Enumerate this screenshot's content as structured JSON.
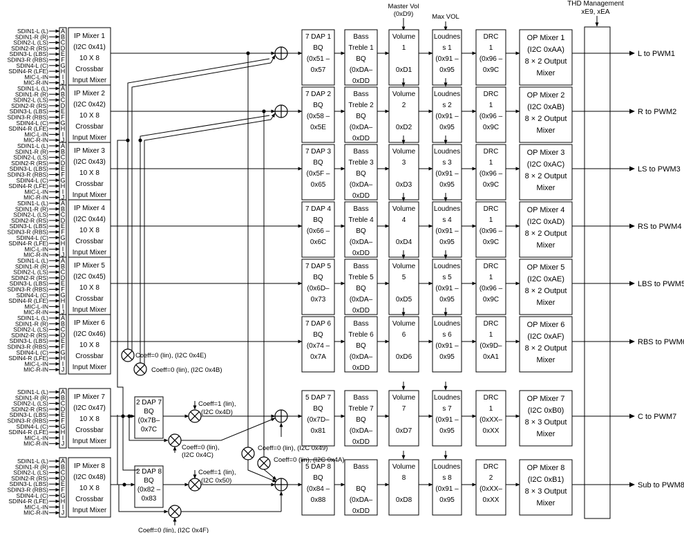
{
  "header": {
    "master_vol": [
      "Master Vol",
      "(0xD9)"
    ],
    "max_vol": "Max VOL",
    "thd": [
      "THD Management",
      "xE9, xEA"
    ]
  },
  "pins": [
    "A",
    "B",
    "C",
    "D",
    "E",
    "F",
    "G",
    "H",
    "I",
    "J"
  ],
  "channels": [
    {
      "inputs": [
        "SDIN1-L (L)",
        "SDIN1-R (R)",
        "SDIN2-L (LS)",
        "SDIN2-R (RS)",
        "SDIN3-L (LBS)",
        "SDIN3-R (RBS)",
        "SDIN4-L (C)",
        "SDIN4-R (LFE)",
        "MIC-L-IN",
        "MIC-R-IN"
      ],
      "mixer": [
        "IP Mixer 1",
        "(I2C 0x41)",
        "10 X 8",
        "Crossbar",
        "Input Mixer"
      ],
      "dap": [
        "7 DAP 1",
        "BQ",
        "(0x51 –",
        "0x57"
      ],
      "bass": [
        "Bass",
        "Treble 1",
        "BQ",
        "(0xDA–",
        "0xDD"
      ],
      "volume": [
        "Volume",
        "1",
        "",
        "0xD1"
      ],
      "loudness": [
        "Loudnes",
        "s 1",
        "(0x91 –",
        "0x95"
      ],
      "drc": [
        "DRC",
        "1",
        "(0x96 –",
        "0x9C"
      ],
      "opmix": [
        "OP Mixer 1",
        "(I2C 0xAA)",
        "8 × 2 Output",
        "Mixer"
      ],
      "out": "L to PWM1"
    },
    {
      "inputs": [
        "SDIN1-L (L)",
        "SDIN1-R (R)",
        "SDIN2-L (LS)",
        "SDIN2-R (RS)",
        "SDIN3-L (LBS)",
        "SDIN3-R (RBS)",
        "SDIN4-L (C)",
        "SDIN4-R (LFE)",
        "MIC-L-IN",
        "MIC-R-IN"
      ],
      "mixer": [
        "IP Mixer 2",
        "(I2C 0x42)",
        "10 X 8",
        "Crossbar",
        "Input Mixer"
      ],
      "dap": [
        "7 DAP 2",
        "BQ",
        "(0x58 –",
        "0x5E"
      ],
      "bass": [
        "Bass",
        "Treble 2",
        "BQ",
        "(0xDA–",
        "0xDD"
      ],
      "volume": [
        "Volume",
        "2",
        "",
        "0xD2"
      ],
      "loudness": [
        "Loudnes",
        "s 2",
        "(0x91 –",
        "0x95"
      ],
      "drc": [
        "DRC",
        "1",
        "(0x96 –",
        "0x9C"
      ],
      "opmix": [
        "OP Mixer 2",
        "(I2C 0xAB)",
        "8 × 2 Output",
        "Mixer"
      ],
      "out": "R to PWM2"
    },
    {
      "inputs": [
        "SDIN1-L (L)",
        "SDIN1-R (R)",
        "SDIN2-L (LS)",
        "SDIN2-R (RS)",
        "SDIN3-L (LBS)",
        "SDIN3-R (RBS)",
        "SDIN4-L (C)",
        "SDIN4-R (LFE)",
        "MIC-L-IN",
        "MIC-R-IN"
      ],
      "mixer": [
        "IP Mixer 3",
        "(I2C 0x43)",
        "10 X 8",
        "Crossbar",
        "Input Mixer"
      ],
      "dap": [
        "7 DAP 3",
        "BQ",
        "(0x5F –",
        "0x65"
      ],
      "bass": [
        "Bass",
        "Treble 3",
        "BQ",
        "(0xDA–",
        "0xDD"
      ],
      "volume": [
        "Volume",
        "3",
        "",
        "0xD3"
      ],
      "loudness": [
        "Loudnes",
        "s 3",
        "(0x91 –",
        "0x95"
      ],
      "drc": [
        "DRC",
        "1",
        "(0x96 –",
        "0x9C"
      ],
      "opmix": [
        "OP Mixer 3",
        "(I2C 0xAC)",
        "8 × 2 Output",
        "Mixer"
      ],
      "out": "LS to PWM3"
    },
    {
      "inputs": [
        "SDIN1-L (L)",
        "SDIN1-R (R)",
        "SDIN2-L (LS)",
        "SDIN2-R (RS)",
        "SDIN3-L (LBS)",
        "SDIN3-R (RBS)",
        "SDIN4-L (C)",
        "SDIN4-R (LFE)",
        "MIC-L-IN",
        "MIC-R-IN"
      ],
      "mixer": [
        "IP Mixer 4",
        "(I2C 0x44)",
        "10 X 8",
        "Crossbar",
        "Input Mixer"
      ],
      "dap": [
        "7 DAP 4",
        "BQ",
        "(0x66 –",
        "0x6C"
      ],
      "bass": [
        "Bass",
        "Treble 4",
        "BQ",
        "(0xDA–",
        "0xDD"
      ],
      "volume": [
        "Volume",
        "4",
        "",
        "0xD4"
      ],
      "loudness": [
        "Loudnes",
        "s 4",
        "(0x91 –",
        "0x95"
      ],
      "drc": [
        "DRC",
        "1",
        "(0x96 –",
        "0x9C"
      ],
      "opmix": [
        "OP Mixer 4",
        "(I2C 0xAD)",
        "8 × 2 Output",
        "Mixer"
      ],
      "out": "RS to PWM4"
    },
    {
      "inputs": [
        "SDIN1-L (L)",
        "SDIN1-R (R)",
        "SDIN2-L (LS)",
        "SDIN2-R (RS)",
        "SDIN3-L (LBS)",
        "SDIN3-R (RBS)",
        "SDIN4-L (C)",
        "SDIN4-R (LFE)",
        "MIC-L-IN",
        "MIC-R-IN"
      ],
      "mixer": [
        "IP Mixer 5",
        "(I2C 0x45)",
        "10 X 8",
        "Crossbar",
        "Input Mixer"
      ],
      "dap": [
        "7 DAP 5",
        "BQ",
        "(0x6D–",
        "0x73"
      ],
      "bass": [
        "Bass",
        "Treble 5",
        "BQ",
        "(0xDA–",
        "0xDD"
      ],
      "volume": [
        "Volume",
        "5",
        "",
        "0xD5"
      ],
      "loudness": [
        "Loudnes",
        "s 5",
        "(0x91 –",
        "0x95"
      ],
      "drc": [
        "DRC",
        "1",
        "(0x96 –",
        "0x9C"
      ],
      "opmix": [
        "OP Mixer 5",
        "(I2C 0xAE)",
        "8 × 2 Output",
        "Mixer"
      ],
      "out": "LBS to PWM5"
    },
    {
      "inputs": [
        "SDIN1-L (L)",
        "SDIN1-R (R)",
        "SDIN2-L (LS)",
        "SDIN2-R (RS)",
        "SDIN3-L (LBS)",
        "SDIN3-R (RBS)",
        "SDIN4-L (C)",
        "SDIN4-R (LFE)",
        "MIC-L-IN",
        "MIC-R-IN"
      ],
      "mixer": [
        "IP Mixer 6",
        "(I2C 0x46)",
        "10 X 8",
        "Crossbar",
        "Input Mixer"
      ],
      "dap": [
        "7 DAP 6",
        "BQ",
        "(0x74 –",
        "0x7A"
      ],
      "bass": [
        "Bass",
        "Treble 6",
        "BQ",
        "(0xDA–",
        "0xDD"
      ],
      "volume": [
        "Volume",
        "6",
        "",
        "0xD6"
      ],
      "loudness": [
        "Loudnes",
        "s 6",
        "(0x91 –",
        "0x95"
      ],
      "drc": [
        "DRC",
        "1",
        "(0x9D–",
        "0xA1"
      ],
      "opmix": [
        "OP Mixer 6",
        "(I2C 0xAF)",
        "8 × 2 Output",
        "Mixer"
      ],
      "out": "RBS to PWM6"
    },
    {
      "inputs": [
        "SDIN1-L (L)",
        "SDIN1-R (R)",
        "SDIN2-L (LS)",
        "SDIN2-R (RS)",
        "SDIN3-L (LBS)",
        "SDIN3-R (RBS)",
        "SDIN4-L (C)",
        "SDIN4-R (LFE)",
        "MIC-L-IN",
        "MIC-R-IN"
      ],
      "mixer": [
        "IP Mixer 7",
        "(I2C 0x47)",
        "10 X 8",
        "Crossbar",
        "Input Mixer"
      ],
      "pre": [
        "2 DAP 7",
        "BQ",
        "(0x7B–",
        "0x7C"
      ],
      "dap": [
        "5 DAP 7",
        "BQ",
        "(0x7D–",
        "0x81"
      ],
      "bass": [
        "Bass",
        "Treble 7",
        "BQ",
        "(0xDA–",
        "0xDD"
      ],
      "volume": [
        "Volume",
        "7",
        "",
        "0xD7"
      ],
      "loudness": [
        "Loudnes",
        "s 7",
        "(0x91 –",
        "0x95"
      ],
      "drc": [
        "DRC",
        "1",
        "(0xXX–",
        "0xXX"
      ],
      "opmix": [
        "OP Mixer 7",
        "(I2C 0xB0)",
        "8 × 3 Output",
        "Mixer"
      ],
      "out": "C to PWM7"
    },
    {
      "inputs": [
        "SDIN1-L (L)",
        "SDIN1-R (R)",
        "SDIN2-L (LS)",
        "SDIN2-R (RS)",
        "SDIN3-L (LBS)",
        "SDIN3-R (RBS)",
        "SDIN4-L (C)",
        "SDIN4-R (LFE)",
        "MIC-L-IN",
        "MIC-R-IN"
      ],
      "mixer": [
        "IP Mixer 8",
        "(I2C 0x48)",
        "10 X 8",
        "Crossbar",
        "Input Mixer"
      ],
      "pre": [
        "2 DAP 8",
        "BQ",
        "(0x82 –",
        "0x83"
      ],
      "dap": [
        "5 DAP 8",
        "BQ",
        "(0x84 –",
        "0x88"
      ],
      "bass": [
        "Bass",
        "",
        "BQ",
        "(0xDA–",
        "0xDD"
      ],
      "volume": [
        "Volume",
        "8",
        "",
        "0xD8"
      ],
      "loudness": [
        "Loudnes",
        "s 8",
        "(0x91 –",
        "0x95"
      ],
      "drc": [
        "DRC",
        "2",
        "(0xXX–",
        "0xXX"
      ],
      "opmix": [
        "OP Mixer 8",
        "(I2C 0xB1)",
        "8 × 3 Output",
        "Mixer"
      ],
      "out": "Sub to PWM8"
    }
  ],
  "coeffs": {
    "c4E": "Coeff=0 (lin), (I2C 0x4E)",
    "c4B": "Coeff=0 (lin), (I2C 0x4B)",
    "c4D": [
      "Coeff=1 (lin),",
      "(I2C 0x4D)"
    ],
    "c4C": [
      "Coeff=0 (lin),",
      "(I2C 0x4C)"
    ],
    "c49": "Coeff=0 (lin), (I2C 0x49)",
    "c4A": "Coeff=0 (lin), (I2C 0x4A)",
    "c50": [
      "Coeff=1 (lin),",
      "(I2C 0x50)"
    ],
    "c4F": "Coeff=0 (lin), (I2C 0x4F)"
  }
}
